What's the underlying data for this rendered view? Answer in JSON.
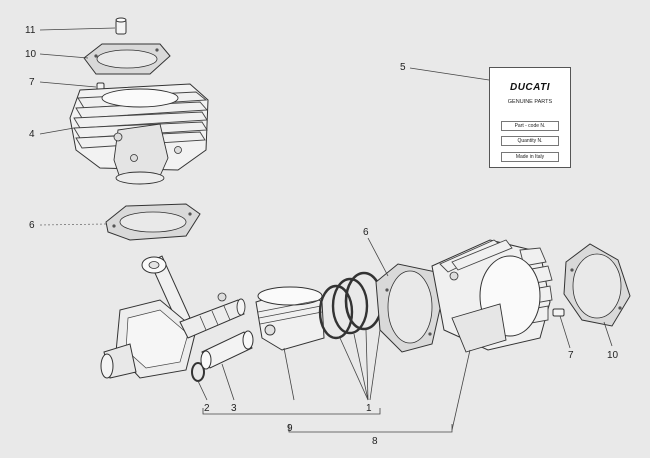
{
  "callouts": {
    "c11": "11",
    "c10a": "10",
    "c7a": "7",
    "c4": "4",
    "c5": "5",
    "c6a": "6",
    "c6b": "6",
    "c2": "2",
    "c3": "3",
    "c9": "9",
    "c1": "1",
    "c8": "8",
    "c7b": "7",
    "c10b": "10"
  },
  "card": {
    "brand": "DUCATI",
    "subtitle": "GENUINE PARTS",
    "rows": [
      "Part - code N.",
      "Quantity N.",
      "Made in Italy"
    ]
  },
  "colors": {
    "background": "#e9e9e9",
    "line": "#444444",
    "part_fill": "#f0f0f0"
  }
}
